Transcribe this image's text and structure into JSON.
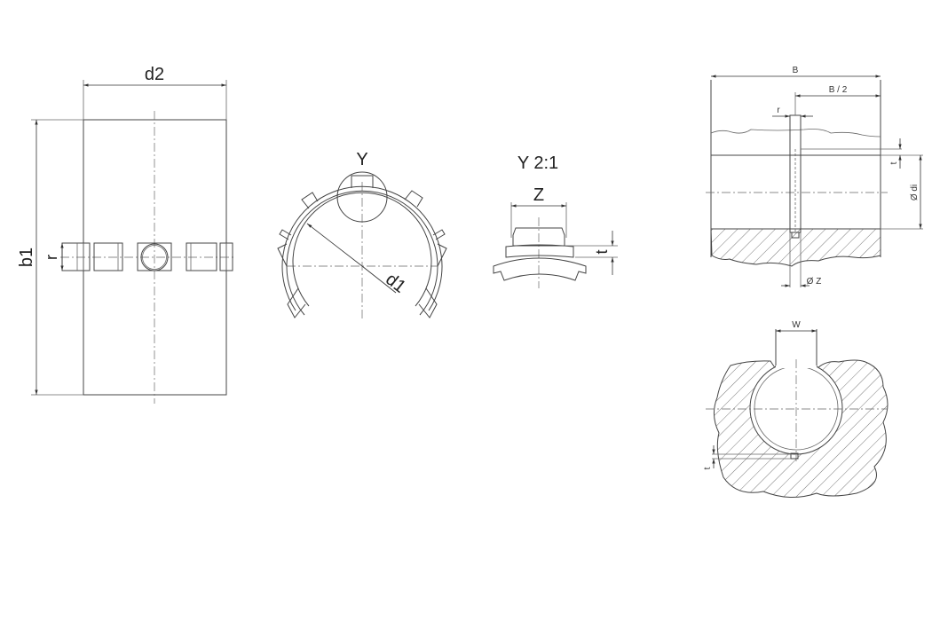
{
  "drawing": {
    "views": {
      "front": {
        "dim_width": "d2",
        "dim_height": "b1",
        "dim_slot": "r"
      },
      "section": {
        "detail_marker": "Y",
        "dim_diameter": "d1"
      },
      "detail": {
        "title": "Y 2:1",
        "dim_width": "Z",
        "dim_thickness": "t"
      },
      "housing_side": {
        "dim_total": "B",
        "dim_half": "B / 2",
        "dim_slot": "r",
        "dim_depth": "t",
        "dim_bore": "Ø di",
        "dim_pin": "Ø Z"
      },
      "housing_section": {
        "dim_width": "W",
        "dim_depth": "t"
      }
    },
    "colors": {
      "line": "#444444",
      "background": "#ffffff"
    }
  }
}
